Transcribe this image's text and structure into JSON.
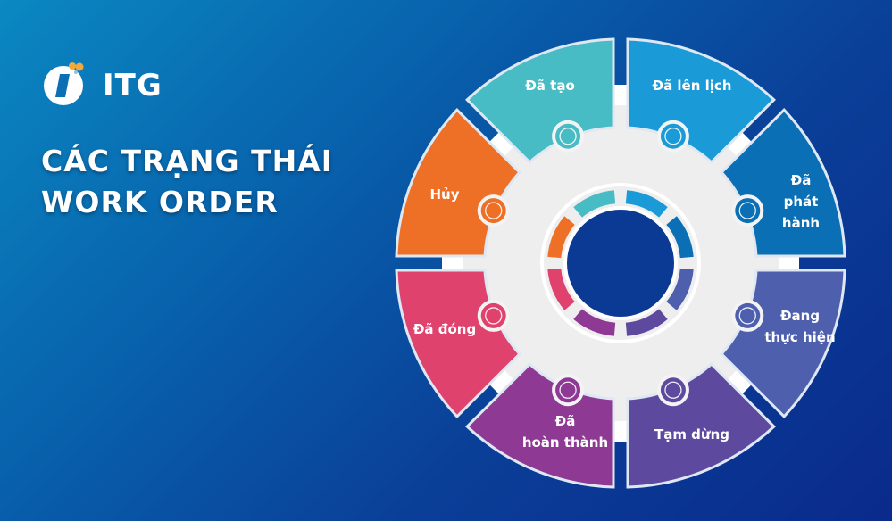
{
  "brand": {
    "name": "ITG",
    "logo_icon": "itg-logo-icon"
  },
  "title": {
    "line1": "CÁC TRẠNG THÁI",
    "line2": "WORK ORDER"
  },
  "colors": {
    "ring_gray": "#eeeeee",
    "center_blue": "#0a3a94",
    "outline": "#dfe7f2"
  },
  "statuses": [
    {
      "id": "scheduled",
      "label": "Đã lên lịch",
      "color": "#1a9ad6"
    },
    {
      "id": "released",
      "label": "Đã phát hành",
      "label_lines": [
        "Đã",
        "phát",
        "hành"
      ],
      "color": "#0a6fb5"
    },
    {
      "id": "in-progress",
      "label": "Đang thực hiện",
      "label_lines": [
        "Đang",
        "thực hiện"
      ],
      "color": "#4e5fae"
    },
    {
      "id": "on-hold",
      "label": "Tạm dừng",
      "color": "#5d4a9e"
    },
    {
      "id": "completed",
      "label": "Đã hoàn thành",
      "label_lines": [
        "Đã",
        "hoàn thành"
      ],
      "color": "#8e3a94"
    },
    {
      "id": "closed",
      "label": "Đã đóng",
      "color": "#e0426e"
    },
    {
      "id": "cancelled",
      "label": "Hủy",
      "color": "#ee7026"
    },
    {
      "id": "created",
      "label": "Đã tạo",
      "color": "#48bcc4"
    }
  ]
}
